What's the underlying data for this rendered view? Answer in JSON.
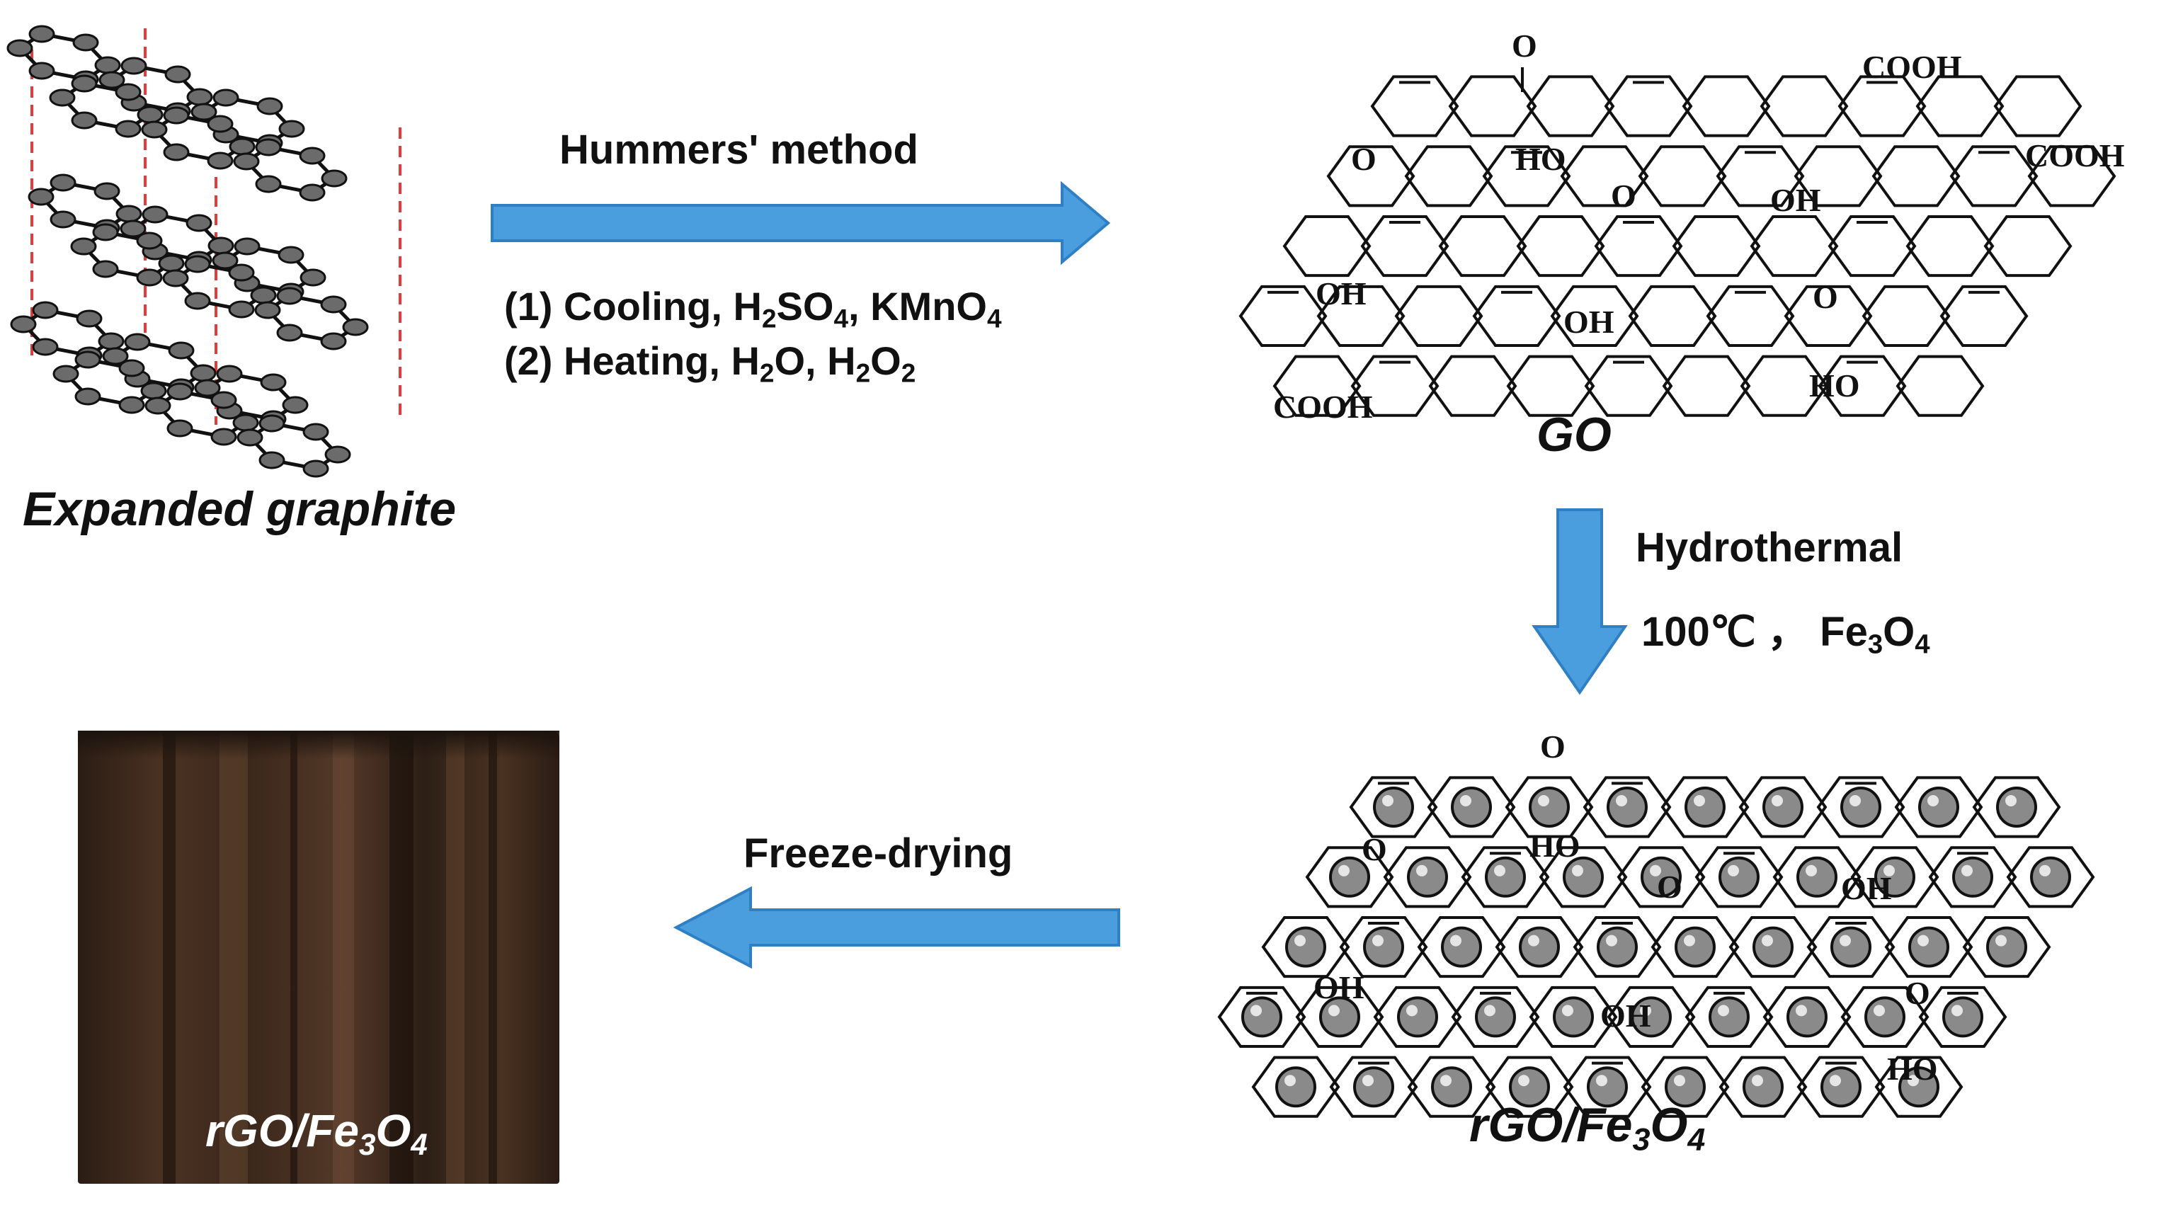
{
  "labels": {
    "expanded_graphite": "Expanded graphite",
    "go": "GO",
    "rgo_prefix": "rGO/Fe",
    "rgo_sub3": "3",
    "rgo_o": "O",
    "rgo_sub4": "4"
  },
  "steps": {
    "hummers": {
      "title": "Hummers' method",
      "line1": {
        "prefix": "(1) Cooling,  H",
        "s1": "2",
        "mid1": "SO",
        "s2": "4",
        "mid2": ", KMnO",
        "s3": "4"
      },
      "line2": {
        "prefix": "(2) Heating,  H",
        "s1": "2",
        "mid1": "O, H",
        "s2": "2",
        "mid2": "O",
        "s3": "2"
      }
    },
    "hydrothermal": {
      "title": "Hydrothermal",
      "cond": {
        "prefix": "100℃ ， Fe",
        "s1": "3",
        "mid": "O",
        "s2": "4"
      }
    },
    "freeze": {
      "title": "Freeze-drying"
    }
  },
  "groups": {
    "cooh": "COOH",
    "oh": "OH",
    "ho": "HO",
    "o": "O"
  },
  "colors": {
    "arrow_fill": "#4a9ede",
    "arrow_edge": "#2f7fc4",
    "dashed_line": "#e23b3b",
    "bond": "#111111",
    "atom": "#6b6b6b",
    "particle": "#8a8a8a",
    "photo": "#3d2a1d"
  }
}
